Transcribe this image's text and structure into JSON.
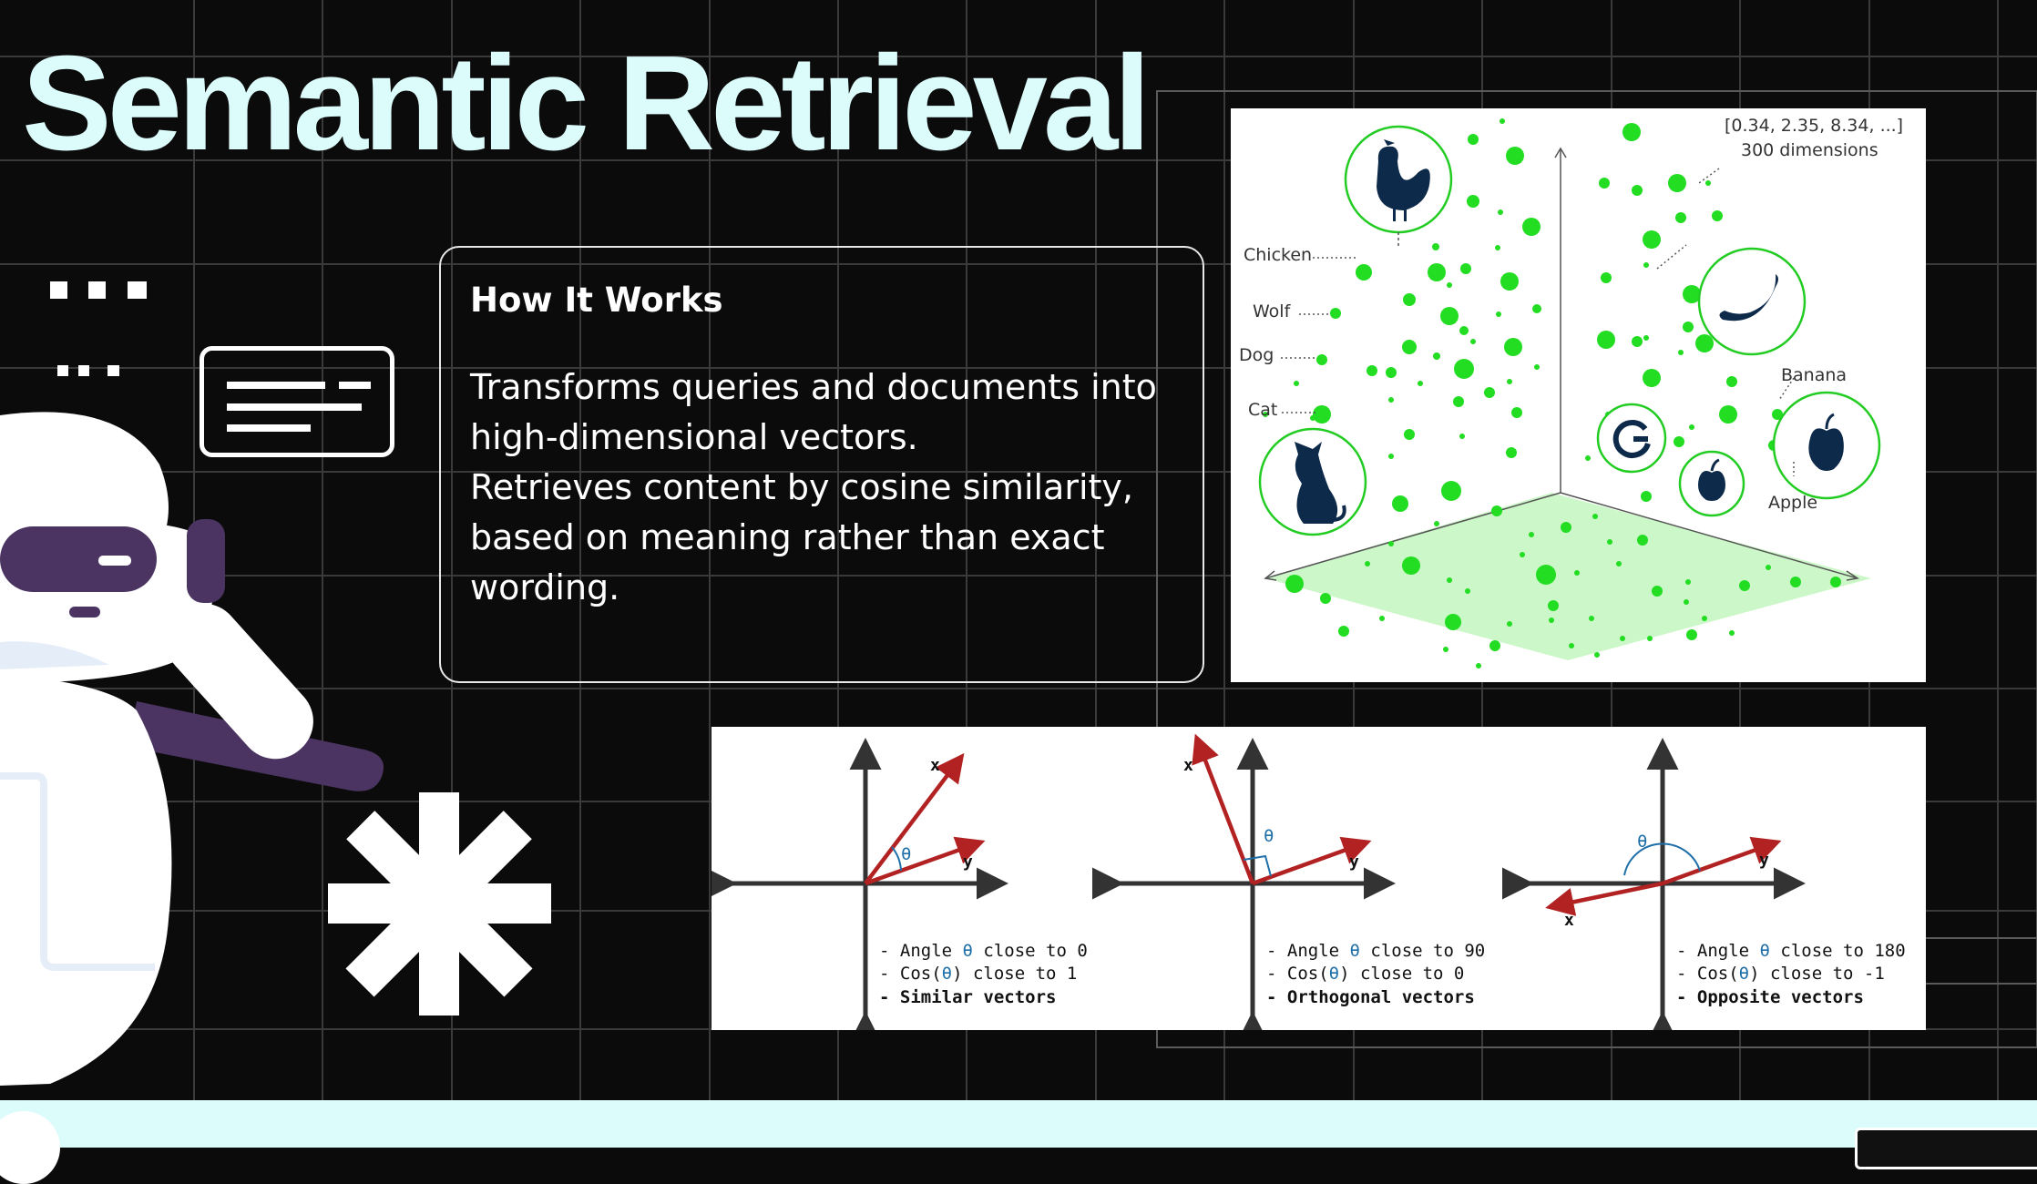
{
  "slide": {
    "title": "Semantic Retrieval",
    "accent_color": "#dcfbfb",
    "background_color": "#0b0b0b"
  },
  "how_it_works": {
    "heading": "How It Works",
    "paragraph_1": "Transforms queries and documents into high-dimensional vectors.",
    "paragraph_2": "Retrieves content by cosine similarity, based on meaning rather than exact wording."
  },
  "embedding_diagram": {
    "vector_example": "[0.34, 2.35, 8.34, ...]",
    "dimensions_label": "300 dimensions",
    "labels": {
      "chicken": "Chicken",
      "wolf": "Wolf",
      "dog": "Dog",
      "cat": "Cat",
      "banana": "Banana",
      "apple": "Apple"
    },
    "point_color": "#22dd22",
    "icons": [
      "chicken-icon",
      "cat-icon",
      "banana-icon",
      "apple-icon",
      "google-icon",
      "apple-logo-icon"
    ]
  },
  "cosine_panels": [
    {
      "x_label": "x",
      "y_label": "y",
      "theta": "θ",
      "line1_prefix": "- Angle ",
      "line1_suffix": " close to 0",
      "line2_prefix": "- Cos(",
      "line2_suffix": ") close to 1",
      "line3": "- Similar vectors"
    },
    {
      "x_label": "x",
      "y_label": "y",
      "theta": "θ",
      "line1_prefix": "- Angle ",
      "line1_suffix": " close to 90",
      "line2_prefix": "- Cos(",
      "line2_suffix": ") close to 0",
      "line3": "- Orthogonal vectors"
    },
    {
      "x_label": "x",
      "y_label": "y",
      "theta": "θ",
      "line1_prefix": "- Angle ",
      "line1_suffix": " close to 180",
      "line2_prefix": "- Cos(",
      "line2_suffix": ") close to -1",
      "line3": "- Opposite vectors"
    }
  ],
  "decor": {
    "icons": [
      "ellipsis-icon",
      "speech-bubble-icon",
      "robot-illustration",
      "asterisk-icon"
    ]
  }
}
